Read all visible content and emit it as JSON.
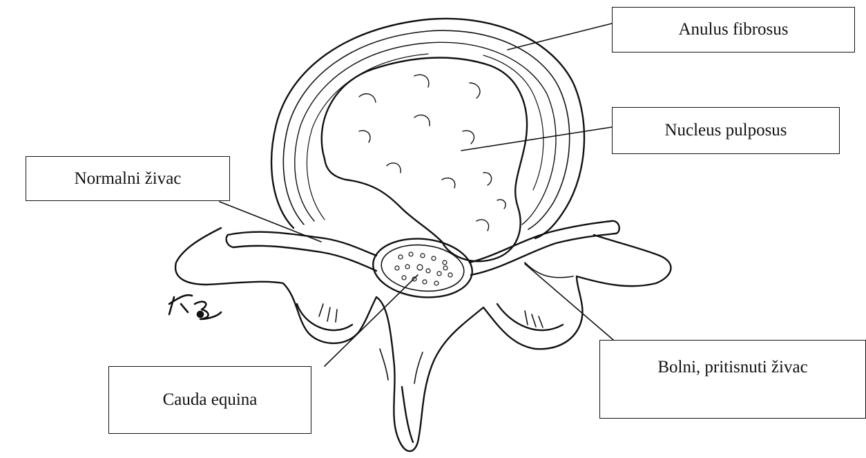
{
  "labels": {
    "anulus": "Anulus fibrosus",
    "nucleus": "Nucleus pulposus",
    "normalni": "Normalni živac",
    "cauda": "Cauda equina",
    "bolni": "Bolni, pritisnuti živac"
  },
  "signature": "K3",
  "colors": {
    "ink": "#111111",
    "paper": "#ffffff"
  }
}
